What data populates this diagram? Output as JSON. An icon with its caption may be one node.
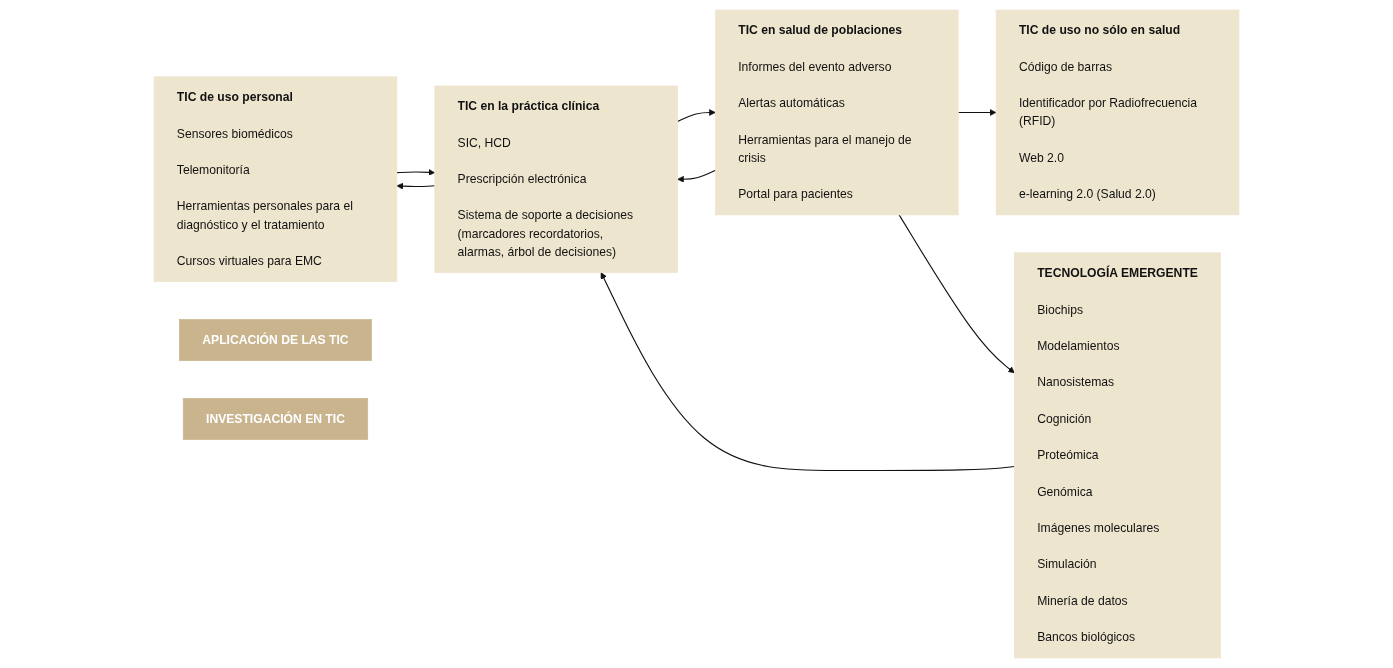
{
  "diagram": {
    "nodes": [
      {
        "text": [
          "TIC de uso personal",
          "Sensores biomédicos",
          "Telemonitoría",
          "Herramientas personales para el diagnóstico y el tratamiento",
          "Cursos virtuales para EMC"
        ]
      },
      {
        "text": [
          "TIC en la práctica clínica",
          "SIC, HCD",
          "Prescripción electrónica",
          "Sistema de soporte a decisiones (marcadores recordatorios, alarmas, árbol de decisiones)"
        ]
      },
      {
        "text": [
          "TIC en salud de poblaciones",
          "Informes del evento adverso",
          "Alertas automáticas",
          "Herramientas para el manejo de crisis",
          "Portal para pacientes"
        ]
      },
      {
        "text": [
          "TIC de uso no sólo en salud",
          "Código de barras",
          "Identificador por Radiofrecuencia (RFID)",
          "Web 2.0",
          "e-learning 2.0 (Salud 2.0)"
        ]
      },
      {
        "text": [
          "APLICACIÓN DE LAS TIC"
        ]
      },
      {
        "text": [
          "TECNOLOGÍA EMERGENTE",
          "Biochips",
          "Modelamientos",
          "Nanosistemas",
          "Cognición",
          "Proteómica",
          "Genómica",
          "Imágenes moleculares",
          "Simulación",
          "Minería de datos",
          "Bancos biológicos"
        ]
      },
      {
        "text": [
          "INVESTIGACIÓN EN TIC"
        ]
      }
    ],
    "edges": [
      {
        "from": 0,
        "to": 1,
        "arrow": "to"
      },
      {
        "from": 1,
        "to": 0,
        "arrow": "to"
      },
      {
        "from": 1,
        "to": 2,
        "arrow": "to"
      },
      {
        "from": 2,
        "to": 1,
        "arrow": "to"
      },
      {
        "from": 2,
        "to": 3,
        "arrow": "to"
      },
      {
        "from": 5,
        "to": 1,
        "arrow": "to"
      },
      {
        "from": 2,
        "to": 5,
        "arrow": "to"
      }
    ]
  }
}
